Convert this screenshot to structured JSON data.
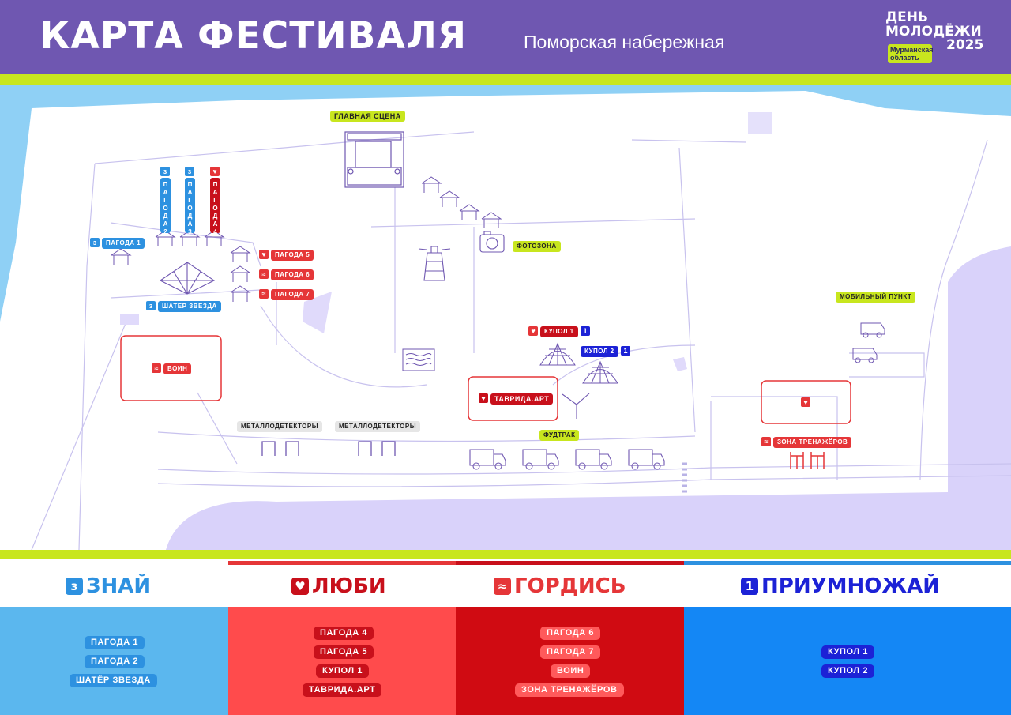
{
  "header": {
    "title": "КАРТА ФЕСТИВАЛЯ",
    "subtitle": "Поморская набережная",
    "logo": {
      "line1": "ДЕНЬ",
      "line2": "МОЛОДЁЖИ",
      "year": "2025",
      "region": "Мурманская область"
    }
  },
  "map": {
    "main_stage": "ГЛАВНАЯ СЦЕНА",
    "photozone": "ФОТОЗОНА",
    "mobile_point": "МОБИЛЬНЫЙ ПУНКТ",
    "foodtruck": "ФУДТРАК",
    "metal1": "МЕТАЛЛОДЕТЕКТОРЫ",
    "metal2": "МЕТАЛЛОДЕТЕКТОРЫ",
    "pagoda1": "ПАГОДА 1",
    "pagoda2_v": [
      "П",
      "А",
      "Г",
      "О",
      "Д",
      "А",
      "2"
    ],
    "pagoda3_v": [
      "П",
      "А",
      "Г",
      "О",
      "Д",
      "А",
      "3"
    ],
    "pagoda4_v": [
      "П",
      "А",
      "Г",
      "О",
      "Д",
      "А",
      "4"
    ],
    "pagoda5": "ПАГОДА 5",
    "pagoda6": "ПАГОДА 6",
    "pagoda7": "ПАГОДА 7",
    "tent_star": "ШАТЁР ЗВЕЗДА",
    "warrior": "ВОИН",
    "dome1": "КУПОЛ 1",
    "dome2": "КУПОЛ 2",
    "tavrida": "ТАВРИДА.АРТ",
    "trainers": "ЗОНА ТРЕНАЖЁРОВ"
  },
  "legend": [
    {
      "brand": "ЗНАЙ",
      "items": [
        "ПАГОДА 1",
        "ПАГОДА 2",
        "ШАТЁР ЗВЕЗДА"
      ]
    },
    {
      "brand": "ЛЮБИ",
      "items": [
        "ПАГОДА 4",
        "ПАГОДА 5",
        "КУПОЛ 1",
        "ТАВРИДА.АРТ"
      ]
    },
    {
      "brand": "ГОРДИСЬ",
      "items": [
        "ПАГОДА 6",
        "ПАГОДА 7",
        "ВОИН",
        "ЗОНА ТРЕНАЖЁРОВ"
      ]
    },
    {
      "brand": "ПРИУМНОЖАЙ",
      "items": [
        "КУПОЛ 1",
        "КУПОЛ 2"
      ]
    }
  ],
  "colors": {
    "header": "#6f57b1",
    "lime": "#c8e61e",
    "water": "#8fd0f5",
    "land_lilac": "#d9d2fa",
    "znai": "#2d91e0",
    "lyubi": "#e53638",
    "gordis": "#c8101b",
    "priumnozhai": "#1c22d6",
    "path": "#b9b3e6"
  },
  "icons": [
    "znai-icon",
    "heart-icon",
    "rabbit-icon",
    "one-icon",
    "truck-icon",
    "tent-icon",
    "dome-icon",
    "lighthouse-icon",
    "camera-icon",
    "ambulance-icon",
    "stage-icon"
  ]
}
